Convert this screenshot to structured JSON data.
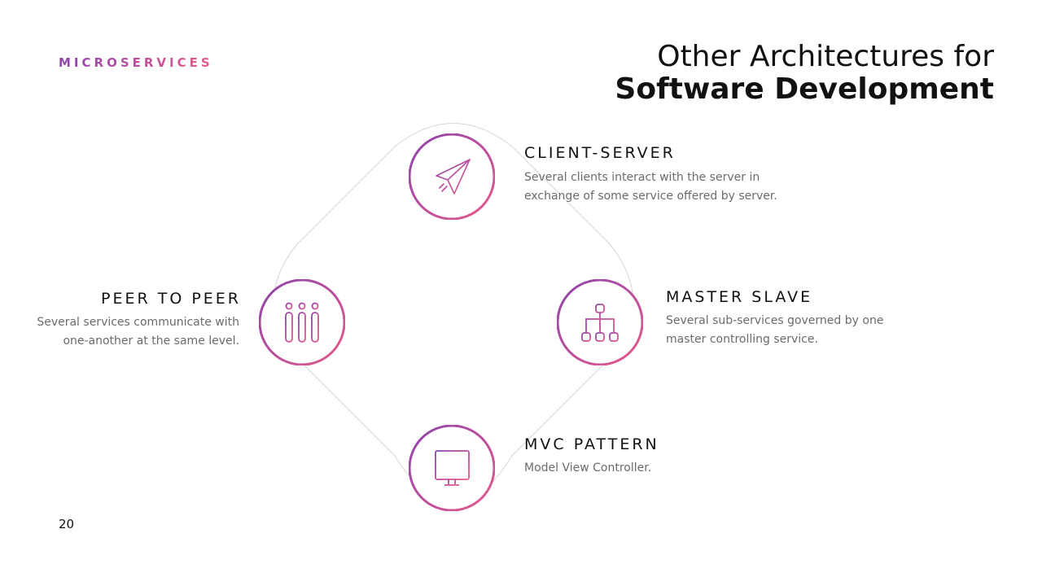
{
  "header": {
    "section_label": "MICROSERVICES",
    "title_line1": "Other Architectures for",
    "title_line2": "Software Development"
  },
  "colors": {
    "gradient_start": "#8e44ad",
    "gradient_end": "#e75a8c",
    "frame": "#d6d6d6"
  },
  "architectures": {
    "client_server": {
      "title": "CLIENT-SERVER",
      "description": "Several clients interact with the server in exchange of some service offered by server.",
      "icon": "paper-plane-icon"
    },
    "peer_to_peer": {
      "title": "PEER TO PEER",
      "description": "Several services communicate with one-another at the same level.",
      "icon": "peer-columns-icon"
    },
    "master_slave": {
      "title": "MASTER SLAVE",
      "description": "Several sub-services governed by one master controlling service.",
      "icon": "hierarchy-icon"
    },
    "mvc": {
      "title": "MVC PATTERN",
      "description": "Model View Controller.",
      "icon": "monitor-icon"
    }
  },
  "footer": {
    "page_number": "20"
  }
}
